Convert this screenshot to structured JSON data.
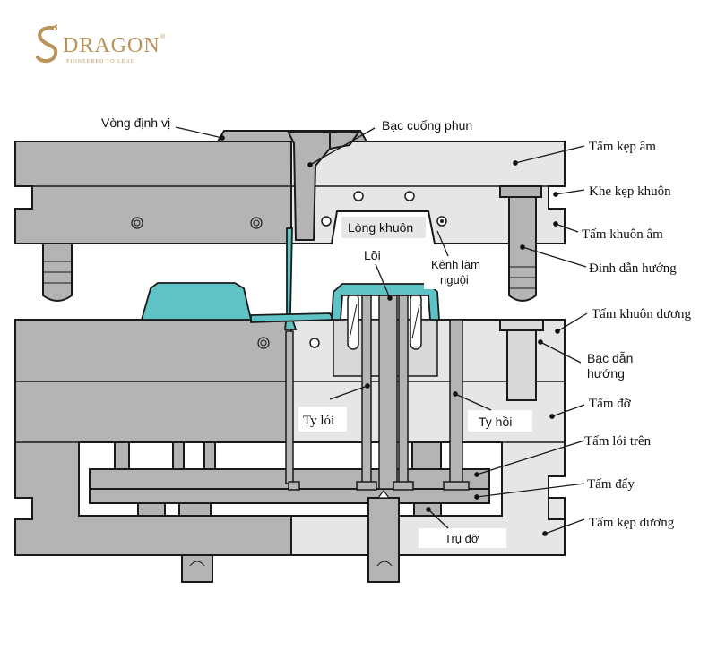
{
  "brand": {
    "name": "DRAGON",
    "mark": "®",
    "tagline": "PIONEERED TO LEAD"
  },
  "labels": {
    "vong_dinh_vi": "Vòng định vị",
    "bac_cuong_phun": "Bạc cuống phun",
    "tam_kep_am": "Tấm kẹp âm",
    "khe_kep_khuon": "Khe kẹp khuôn",
    "tam_khuon_am": "Tấm khuôn âm",
    "dinh_dan_huong": "Đinh dẫn hướng",
    "long_khuon": "Lòng khuôn",
    "loi": "Lõi",
    "kenh_lam_nguoi_1": "Kênh làm",
    "kenh_lam_nguoi_2": "nguội",
    "tam_khuon_duong": "Tấm khuôn dương",
    "bac_dan_huong_1": "Bạc dẫn",
    "bac_dan_huong_2": "hướng",
    "tam_do": "Tấm đỡ",
    "ty_loi": "Ty lói",
    "ty_hoi": "Ty hồi",
    "tam_loi_tren": "Tấm lói trên",
    "tam_day": "Tấm đẩy",
    "tam_kep_duong": "Tấm kẹp dương",
    "tru_do": "Trụ đỡ"
  },
  "colors": {
    "dark_part": "#b4b4b4",
    "light_part": "#e6e6e6",
    "plastic": "#5fc2c4",
    "outline": "#1a1a1a",
    "brand": "#b9935a"
  }
}
